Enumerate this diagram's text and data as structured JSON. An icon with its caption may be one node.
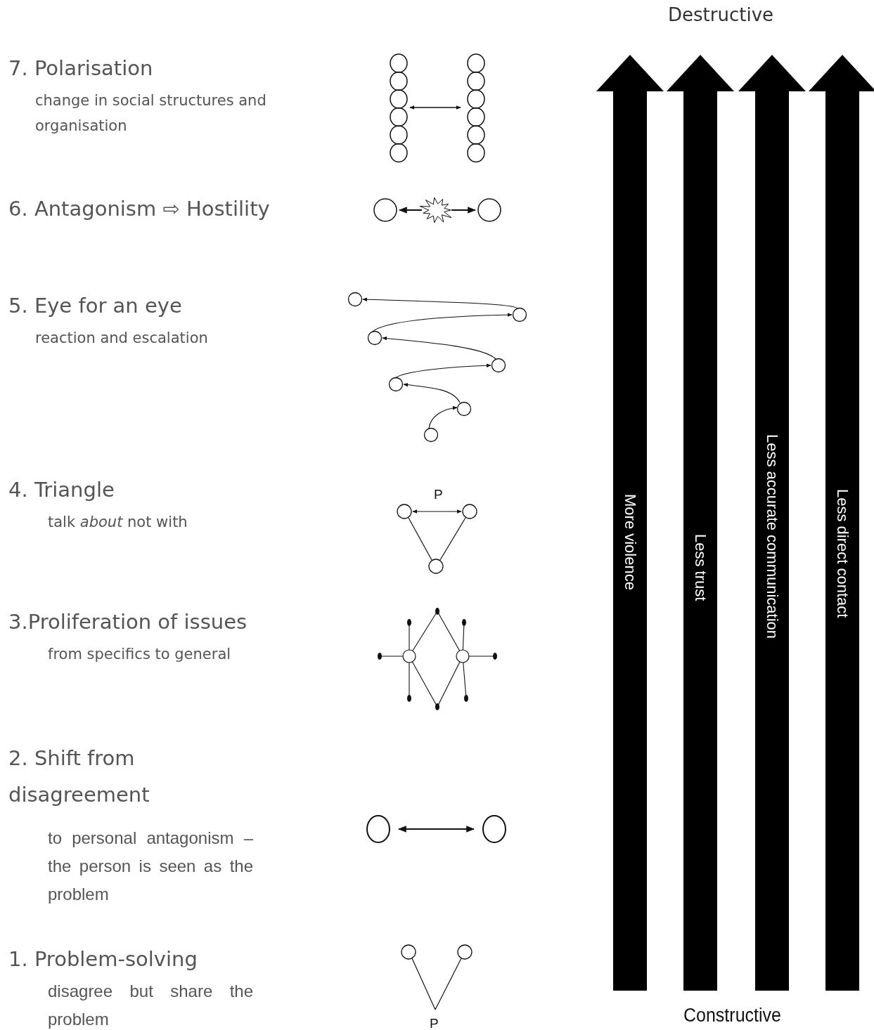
{
  "diagram": {
    "labels": [
      "Destructive",
      "7.  Polarisation",
      "change in social structures and organisation",
      "6. Antagonism ⇨ Hostility",
      "5. Eye for an eye",
      "reaction and escalation",
      "4. Triangle",
      "talk *about* not with",
      "P",
      "3.Proliferation of issues",
      "from specifics to general",
      "2.  Shift from disagreement",
      "to personal antagonism – the person is seen as the problem",
      "1. Problem-solving",
      "disagree but share the problem",
      "P",
      "More violence",
      "Less trust",
      "Less accurate communication",
      "Less direct contact",
      "Constructive"
    ]
  }
}
